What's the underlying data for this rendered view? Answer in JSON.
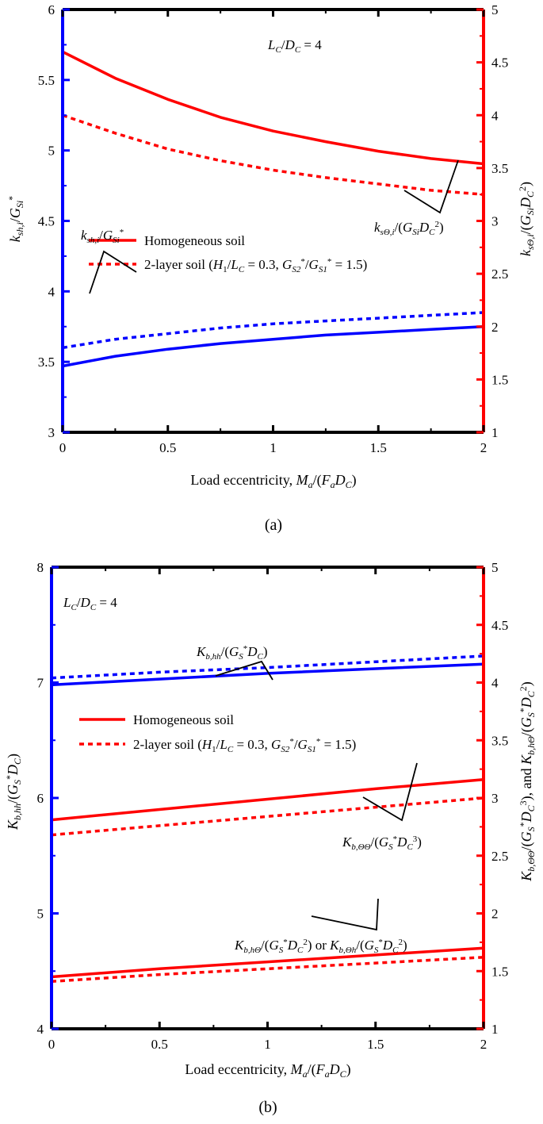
{
  "chart_data": [
    {
      "type": "line",
      "caption": "(a)",
      "annotation": "L_C/D_C = 4",
      "xlabel": "Load eccentricity, M_a/(F_a D_C)",
      "ylabel": "k_sh,i/G_Si*",
      "y2label": "k_sΘ,i/(G_Si D_C^2)",
      "xlim": [
        0,
        2
      ],
      "ylim": [
        3,
        6
      ],
      "y2lim": [
        1,
        5
      ],
      "x_ticks": [
        0,
        0.5,
        1,
        1.5,
        2
      ],
      "x_tick_labels": [
        "0",
        "0.5",
        "1",
        "1.5",
        "2"
      ],
      "y_ticks": [
        3,
        3.5,
        4,
        4.5,
        5,
        5.5,
        6
      ],
      "y_tick_labels": [
        "3",
        "3.5",
        "4",
        "4.5",
        "5",
        "5.5",
        "6"
      ],
      "y2_ticks": [
        1,
        1.5,
        2,
        2.5,
        3,
        3.5,
        4,
        4.5,
        5
      ],
      "y2_tick_labels": [
        "1",
        "1.5",
        "2",
        "2.5",
        "3",
        "3.5",
        "4",
        "4.5",
        "5"
      ],
      "legend": [
        {
          "label": "Homogeneous soil",
          "color": "#ff0000",
          "dash": "solid"
        },
        {
          "label": "2-layer soil (H_1/L_C = 0.3, G_S2*/G_S1* = 1.5)",
          "color": "#ff0000",
          "dash": "dotted"
        }
      ],
      "series": [
        {
          "axis": "right",
          "color": "#ff0000",
          "dash": "solid",
          "x": [
            0,
            0.25,
            0.5,
            0.75,
            1,
            1.25,
            1.5,
            1.75,
            2
          ],
          "values": [
            4.6,
            4.35,
            4.15,
            3.98,
            3.85,
            3.75,
            3.66,
            3.59,
            3.54
          ]
        },
        {
          "axis": "right",
          "color": "#ff0000",
          "dash": "dotted",
          "x": [
            0,
            0.25,
            0.5,
            0.75,
            1,
            1.25,
            1.5,
            1.75,
            2
          ],
          "values": [
            4.0,
            3.83,
            3.68,
            3.57,
            3.48,
            3.41,
            3.35,
            3.29,
            3.25
          ]
        },
        {
          "axis": "left",
          "color": "#0000ff",
          "dash": "solid",
          "x": [
            0,
            0.25,
            0.5,
            0.75,
            1,
            1.25,
            1.5,
            1.75,
            2
          ],
          "values": [
            3.47,
            3.54,
            3.59,
            3.63,
            3.66,
            3.69,
            3.71,
            3.73,
            3.75
          ]
        },
        {
          "axis": "left",
          "color": "#0000ff",
          "dash": "dotted",
          "x": [
            0,
            0.25,
            0.5,
            0.75,
            1,
            1.25,
            1.5,
            1.75,
            2
          ],
          "values": [
            3.6,
            3.66,
            3.7,
            3.74,
            3.77,
            3.79,
            3.81,
            3.83,
            3.85
          ]
        }
      ],
      "labels": [
        {
          "text": "k_sΘ,i/(G_Si D_C^2)",
          "series_axis": "right"
        },
        {
          "text": "k_sh,i/G_Si*",
          "series_axis": "left"
        }
      ]
    },
    {
      "type": "line",
      "caption": "(b)",
      "annotation": "L_C/D_C = 4",
      "xlabel": "Load eccentricity, M_a/(F_a D_C)",
      "ylabel": "K_b,hh/(G_S* D_C)",
      "y2label": "K_b,ΘΘ/(G_S* D_C^3), and K_b,hΘ/(G_S* D_C^2)",
      "xlim": [
        0,
        2
      ],
      "ylim": [
        4,
        8
      ],
      "y2lim": [
        1,
        5
      ],
      "x_ticks": [
        0,
        0.5,
        1,
        1.5,
        2
      ],
      "x_tick_labels": [
        "0",
        "0.5",
        "1",
        "1.5",
        "2"
      ],
      "y_ticks": [
        4,
        5,
        6,
        7,
        8
      ],
      "y_tick_labels": [
        "4",
        "5",
        "6",
        "7",
        "8"
      ],
      "y2_ticks": [
        1,
        1.5,
        2,
        2.5,
        3,
        3.5,
        4,
        4.5,
        5
      ],
      "y2_tick_labels": [
        "1",
        "1.5",
        "2",
        "2.5",
        "3",
        "3.5",
        "4",
        "4.5",
        "5"
      ],
      "legend": [
        {
          "label": "Homogeneous soil",
          "color": "#ff0000",
          "dash": "solid"
        },
        {
          "label": "2-layer soil (H_1/L_C = 0.3, G_S2*/G_S1* = 1.5)",
          "color": "#ff0000",
          "dash": "dotted"
        }
      ],
      "series": [
        {
          "axis": "left",
          "color": "#0000ff",
          "dash": "solid",
          "x": [
            0,
            0.5,
            1,
            1.5,
            2
          ],
          "values": [
            6.98,
            7.03,
            7.08,
            7.12,
            7.16
          ]
        },
        {
          "axis": "left",
          "color": "#0000ff",
          "dash": "dotted",
          "x": [
            0,
            0.5,
            1,
            1.5,
            2
          ],
          "values": [
            7.04,
            7.09,
            7.13,
            7.18,
            7.23
          ]
        },
        {
          "axis": "right",
          "color": "#ff0000",
          "dash": "solid",
          "x": [
            0,
            0.5,
            1,
            1.5,
            2
          ],
          "values": [
            2.81,
            2.9,
            2.99,
            3.08,
            3.16
          ]
        },
        {
          "axis": "right",
          "color": "#ff0000",
          "dash": "dotted",
          "x": [
            0,
            0.5,
            1,
            1.5,
            2
          ],
          "values": [
            2.68,
            2.76,
            2.84,
            2.92,
            3.0
          ]
        },
        {
          "axis": "right",
          "color": "#ff0000",
          "dash": "solid",
          "x": [
            0,
            0.5,
            1,
            1.5,
            2
          ],
          "values": [
            1.45,
            1.52,
            1.58,
            1.64,
            1.7
          ]
        },
        {
          "axis": "right",
          "color": "#ff0000",
          "dash": "dotted",
          "x": [
            0,
            0.5,
            1,
            1.5,
            2
          ],
          "values": [
            1.41,
            1.47,
            1.52,
            1.57,
            1.62
          ]
        }
      ],
      "labels": [
        {
          "text": "K_b,hh/(G_S* D_C)"
        },
        {
          "text": "K_b,ΘΘ/(G_S* D_C^3)"
        },
        {
          "text": "K_b,hΘ/(G_S* D_C^2) or K_b,Θh/(G_S* D_C^2)"
        }
      ]
    }
  ]
}
